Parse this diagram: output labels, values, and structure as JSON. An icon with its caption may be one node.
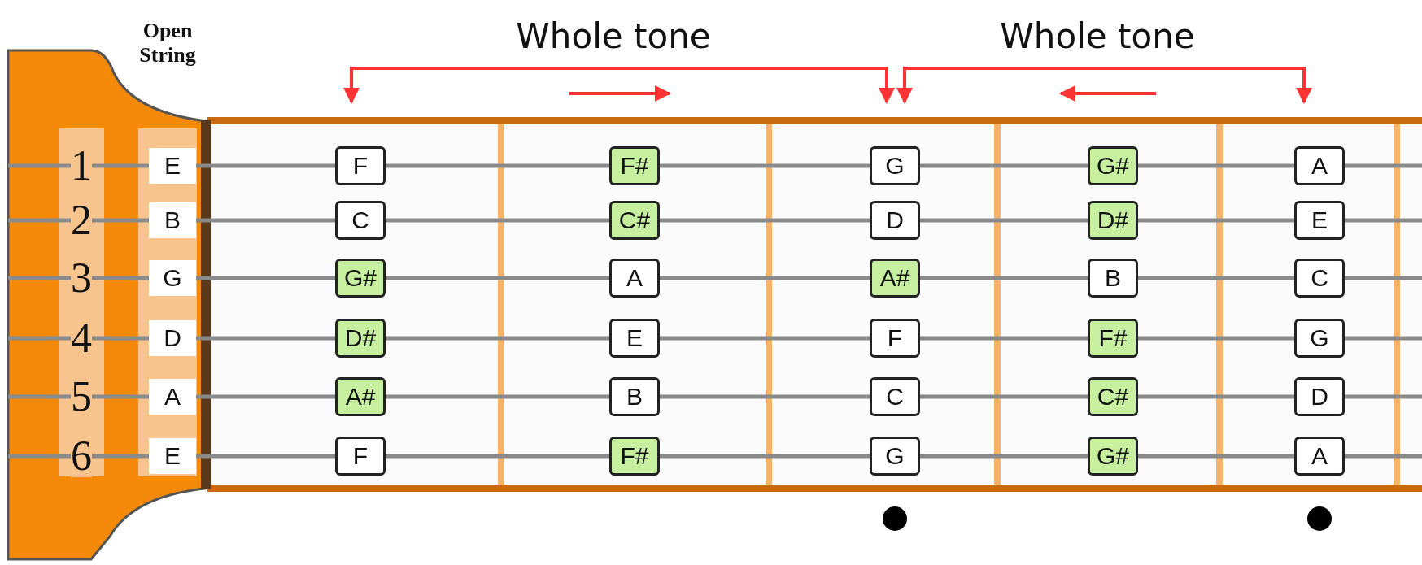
{
  "diagram": {
    "nodes": [
      {
        "text": [
          "E"
        ]
      },
      {
        "text": [
          "F"
        ]
      },
      {
        "text": [
          "F#"
        ]
      },
      {
        "text": [
          "G"
        ]
      },
      {
        "text": [
          "G#"
        ]
      },
      {
        "text": [
          "A"
        ]
      },
      {
        "text": [
          "B"
        ]
      },
      {
        "text": [
          "C"
        ]
      },
      {
        "text": [
          "C#"
        ]
      },
      {
        "text": [
          "D"
        ]
      },
      {
        "text": [
          "D#"
        ]
      },
      {
        "text": [
          "E"
        ]
      },
      {
        "text": [
          "G"
        ]
      },
      {
        "text": [
          "G#"
        ]
      },
      {
        "text": [
          "A"
        ]
      },
      {
        "text": [
          "A#"
        ]
      },
      {
        "text": [
          "B"
        ]
      },
      {
        "text": [
          "C"
        ]
      },
      {
        "text": [
          "D"
        ]
      },
      {
        "text": [
          "D#"
        ]
      },
      {
        "text": [
          "E"
        ]
      },
      {
        "text": [
          "F"
        ]
      },
      {
        "text": [
          "F#"
        ]
      },
      {
        "text": [
          "G"
        ]
      },
      {
        "text": [
          "A"
        ]
      },
      {
        "text": [
          "A#"
        ]
      },
      {
        "text": [
          "B"
        ]
      },
      {
        "text": [
          "C"
        ]
      },
      {
        "text": [
          "C#"
        ]
      },
      {
        "text": [
          "D"
        ]
      },
      {
        "text": [
          "E"
        ]
      },
      {
        "text": [
          "F"
        ]
      },
      {
        "text": [
          "F#"
        ]
      },
      {
        "text": [
          "G"
        ]
      },
      {
        "text": [
          "G#"
        ]
      },
      {
        "text": [
          "A"
        ]
      }
    ],
    "labels": [
      "Open String",
      "Whole tone",
      "Whole tone",
      "1",
      "2",
      "3",
      "4",
      "5",
      "6"
    ]
  }
}
